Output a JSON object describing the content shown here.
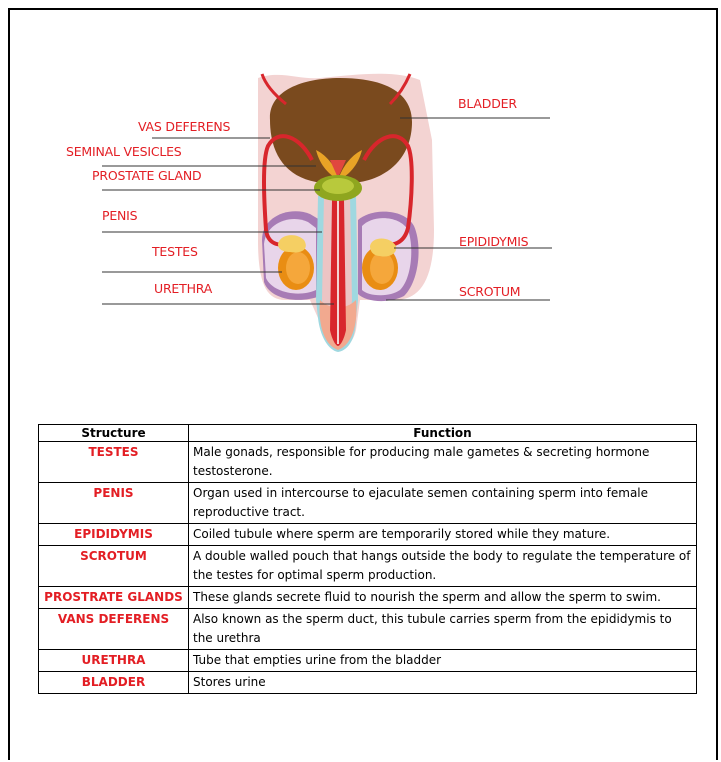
{
  "diagram": {
    "labels": {
      "bladder": "BLADDER",
      "vas_deferens": "VAS DEFERENS",
      "seminal_vesicles": "SEMINAL VESICLES",
      "prostate_gland": "PROSTATE GLAND",
      "penis": "PENIS",
      "epididymis": "EPIDIDYMIS",
      "testes": "TESTES",
      "urethra": "URETHRA",
      "scrotum": "SCROTUM"
    }
  },
  "table": {
    "headers": {
      "structure": "Structure",
      "function": "Function"
    },
    "rows": [
      {
        "structure": "TESTES",
        "function": "Male gonads, responsible for producing male gametes & secreting hormone testosterone."
      },
      {
        "structure": "PENIS",
        "function": "Organ used in intercourse to ejaculate semen containing sperm into female reproductive tract."
      },
      {
        "structure": "EPIDIDYMIS",
        "function": "Coiled tubule where sperm are temporarily stored while they mature."
      },
      {
        "structure": "SCROTUM",
        "function": "A double walled pouch that hangs outside the body to regulate the temperature of the testes for optimal sperm production."
      },
      {
        "structure": "PROSTRATE GLANDS",
        "function": "These glands secrete fluid to nourish the sperm and allow the sperm to swim."
      },
      {
        "structure": "VANS DEFERENS",
        "function": "Also known as the sperm duct, this tubule carries sperm from the epididymis to the urethra"
      },
      {
        "structure": "URETHRA",
        "function": "Tube that empties urine from the bladder"
      },
      {
        "structure": "BLADDER",
        "function": "Stores urine"
      }
    ]
  },
  "colors": {
    "label_red": "#e31e24",
    "bladder_brown": "#7a4a1e",
    "testis_orange": "#e98d13",
    "prostate_green": "#8fa61f",
    "tube_red": "#d8262c",
    "skin_pink": "#f3d3d2",
    "scrotum_purple": "#a77bb5",
    "urethra_blue": "#9fd8e0"
  }
}
